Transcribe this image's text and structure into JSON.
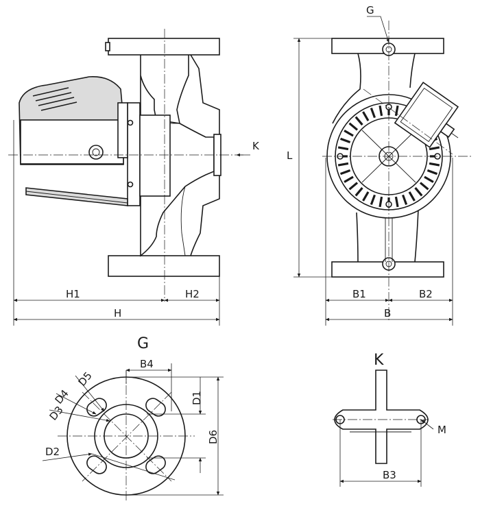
{
  "labels": {
    "G_top": "G",
    "K_side": "K",
    "L": "L",
    "H1": "H1",
    "H2": "H2",
    "H": "H",
    "B1": "B1",
    "B2": "B2",
    "B": "B",
    "G_flange": "G",
    "B4": "B4",
    "D5": "D5",
    "D4": "D4",
    "D3": "D3",
    "D2": "D2",
    "D1": "D1",
    "D6": "D6",
    "K_cross": "K",
    "M": "M",
    "B3": "B3"
  },
  "colors": {
    "line": "#1a1a1a",
    "motor_fill": "#dcdcdc",
    "background": "#ffffff"
  }
}
